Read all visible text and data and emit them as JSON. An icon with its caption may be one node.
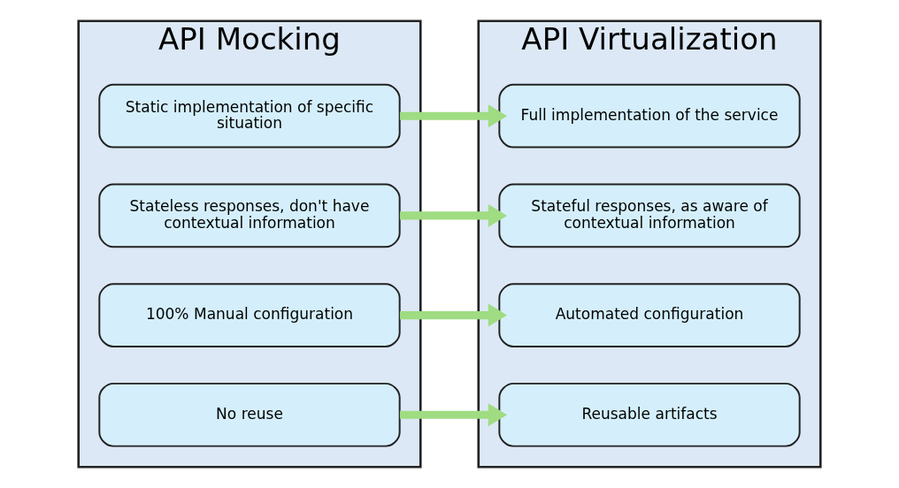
{
  "diagram": {
    "nodes": [
      {
        "text": [
          "API Mocking"
        ]
      },
      {
        "text": [
          "Static implementation of specific situation"
        ],
        "in": 0
      },
      {
        "text": [
          "Stateless responses, don't have contextual information"
        ],
        "in": 0
      },
      {
        "text": [
          "100% Manual configuration"
        ],
        "in": 0
      },
      {
        "text": [
          "No reuse"
        ],
        "in": 0
      },
      {
        "text": [
          "API Virtualization"
        ]
      },
      {
        "text": [
          "Full implementation of the service"
        ],
        "in": 5
      },
      {
        "text": [
          "Stateful responses, as aware of contextual information"
        ],
        "in": 5
      },
      {
        "text": [
          "Automated configuration"
        ],
        "in": 5
      },
      {
        "text": [
          "Reusable artifacts"
        ],
        "in": 5
      }
    ],
    "edges": [
      {
        "from": 1,
        "to": 6,
        "arrow": "to"
      },
      {
        "from": 2,
        "to": 7,
        "arrow": "to"
      },
      {
        "from": 3,
        "to": 8,
        "arrow": "to"
      },
      {
        "from": 4,
        "to": 9,
        "arrow": "to"
      }
    ]
  }
}
